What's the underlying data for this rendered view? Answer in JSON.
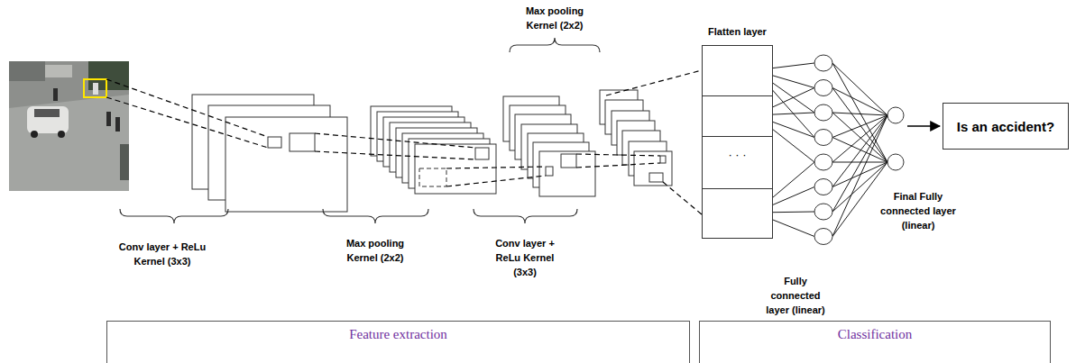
{
  "diagram": {
    "nodes": [
      {
        "text": [
          "Flatten layer",
          "· · ·"
        ]
      },
      {
        "text": [
          "Is an accident?"
        ]
      },
      {
        "text": [
          "Feature extraction"
        ]
      },
      {
        "text": [
          "Classification"
        ]
      }
    ],
    "labels": [
      "Max pooling Kernel (2x2)",
      "Final Fully connected layer (linear)",
      "Conv layer + ReLu Kernel (3x3)",
      "Max pooling Kernel (2x2)",
      "Conv layer + ReLu Kernel (3x3)",
      "Fully connected layer (linear)"
    ]
  }
}
